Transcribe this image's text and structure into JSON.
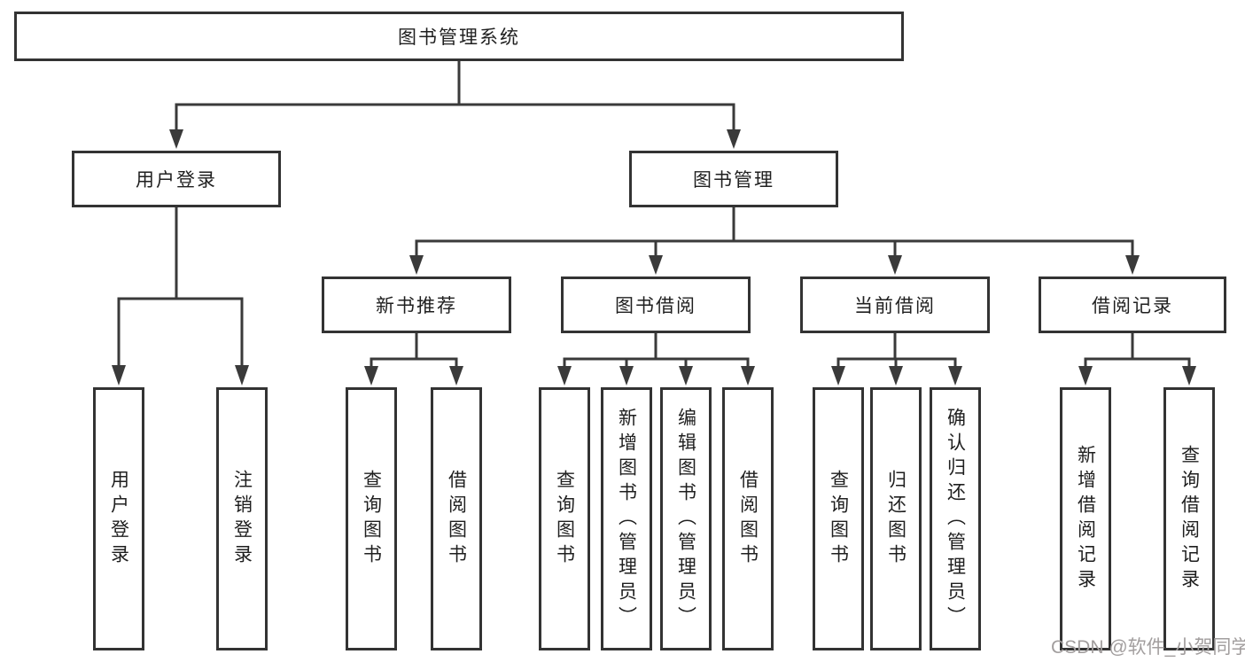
{
  "diagram": {
    "root": {
      "label": "图书管理系统"
    },
    "level2": [
      {
        "label": "用户登录"
      },
      {
        "label": "图书管理"
      }
    ],
    "level3": [
      {
        "label": "新书推荐",
        "parent": "图书管理"
      },
      {
        "label": "图书借阅",
        "parent": "图书管理"
      },
      {
        "label": "当前借阅",
        "parent": "图书管理"
      },
      {
        "label": "借阅记录",
        "parent": "图书管理"
      }
    ],
    "leaves": [
      {
        "label": "用户登录",
        "parent": "用户登录"
      },
      {
        "label": "注销登录",
        "parent": "用户登录"
      },
      {
        "label": "查询图书",
        "parent": "新书推荐"
      },
      {
        "label": "借阅图书",
        "parent": "新书推荐"
      },
      {
        "label": "查询图书",
        "parent": "图书借阅"
      },
      {
        "label": "新增图书（管理员）",
        "parent": "图书借阅"
      },
      {
        "label": "编辑图书（管理员）",
        "parent": "图书借阅"
      },
      {
        "label": "借阅图书",
        "parent": "图书借阅"
      },
      {
        "label": "查询图书",
        "parent": "当前借阅"
      },
      {
        "label": "归还图书",
        "parent": "当前借阅"
      },
      {
        "label": "确认归还（管理员）",
        "parent": "当前借阅"
      },
      {
        "label": "新增借阅记录",
        "parent": "借阅记录"
      },
      {
        "label": "查询借阅记录",
        "parent": "借阅记录"
      }
    ],
    "watermark": "CSDN @软件_小贺同学",
    "colors": {
      "line": "#3a3a3a",
      "box_border": "#333333",
      "text": "#1f1f1f",
      "watermark": "#a29e9e"
    }
  }
}
